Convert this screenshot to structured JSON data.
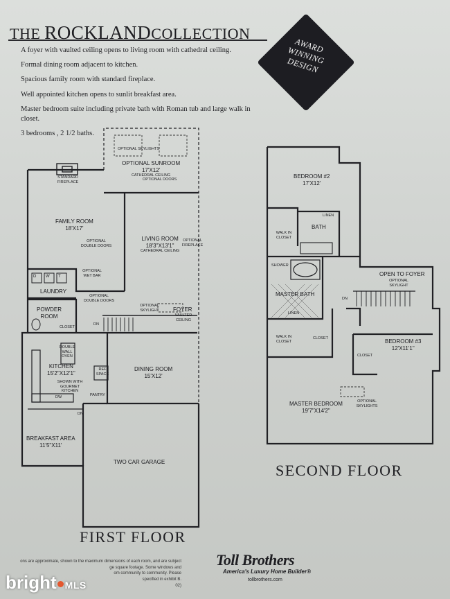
{
  "header": {
    "title_prefix": "THE ",
    "title_main": "ROCKLAND",
    "title_suffix": "COLLECTION"
  },
  "features": [
    "A foyer with vaulted ceiling opens to living room with cathedral ceiling.",
    "Formal dining room adjacent to kitchen.",
    "Spacious family room with standard fireplace.",
    "Well appointed kitchen opens to sunlit breakfast area.",
    "Master bedroom suite including private bath with Roman tub and large walk in closet.",
    "3 bedrooms , 2 1/2 baths."
  ],
  "badge": {
    "line1": "AWARD",
    "line2": "WINNING",
    "line3": "DESIGN"
  },
  "first_floor": {
    "title": "FIRST FLOOR",
    "rooms": {
      "sunroom": "OPTIONAL SUNROOM",
      "sunroom_size": "17'X12'",
      "sunroom_ceiling": "CATHEDRAL CEILING",
      "skylights": "OPTIONAL SKYLIGHTS",
      "optional_doors": "OPTIONAL DOORS",
      "fireplace": "STANDARD FIREPLACE",
      "family_room": "FAMILY ROOM",
      "family_room_size": "18'X17'",
      "living_room": "LIVING ROOM",
      "living_room_size": "18'3\"X13'1\"",
      "living_ceiling": "CATHEDRAL CEILING",
      "opt_double_doors": "OPTIONAL DOUBLE DOORS",
      "opt_fireplace": "OPTIONAL FIREPLACE",
      "opt_wet_bar": "OPTIONAL WET BAR",
      "laundry": "LAUNDRY",
      "opt_double_doors_2": "OPTIONAL DOUBLE DOORS",
      "opt_skylight": "OPTIONAL SKYLIGHT",
      "powder_room": "POWDER ROOM",
      "closet": "CLOSET",
      "foyer": "FOYER",
      "foyer_ceiling": "VAULTED CEILING",
      "dn": "DN",
      "double_wall_oven": "DOUBLE WALL OVEN",
      "kitchen": "KITCHEN",
      "kitchen_size": "15'2\"X12'1\"",
      "gourmet": "SHOWN WITH GOURMET KITCHEN",
      "dw": "DW",
      "ref_space": "REF SPACE",
      "pantry": "PANTRY",
      "dining_room": "DINING ROOM",
      "dining_room_size": "15'X12'",
      "dn2": "DN",
      "breakfast": "BREAKFAST AREA",
      "breakfast_size": "11'5\"X11'",
      "garage": "TWO CAR GARAGE",
      "d": "D",
      "w": "W",
      "t": "T"
    }
  },
  "second_floor": {
    "title": "SECOND FLOOR",
    "rooms": {
      "bedroom2": "BEDROOM #2",
      "bedroom2_size": "17'X12'",
      "linen": "LINEN",
      "bath": "BATH",
      "walk_in_closet": "WALK IN CLOSET",
      "shower": "SHOWER",
      "open_foyer": "OPEN TO FOYER",
      "opt_skylight": "OPTIONAL SKYLIGHT",
      "master_bath": "MASTER BATH",
      "linen2": "LINEN",
      "dn": "DN",
      "walk_in_closet2": "WALK IN CLOSET",
      "closet": "CLOSET",
      "bedroom3": "BEDROOM #3",
      "bedroom3_size": "12'X11'1\"",
      "closet2": "CLOSET",
      "master_bedroom": "MASTER BEDROOM",
      "master_size": "19'7\"X14'2\"",
      "opt_skylights": "OPTIONAL SKYLIGHTS"
    }
  },
  "footer": {
    "brand": "Toll Brothers",
    "tagline": "America's Luxury Home Builder",
    "tagline_mark": "®",
    "site": "tollbrothers.com",
    "disclaimer_1": "ons are approximate, shown to the maximum dimensions of each room, and are subject",
    "disclaimer_2": "ge square footage. Some windows and",
    "disclaimer_3": "om community to community. Please",
    "disclaimer_4": "specified in exhibit B.",
    "disclaimer_5": "02)"
  },
  "watermark": {
    "brand": "bright",
    "suffix": "MLS"
  }
}
